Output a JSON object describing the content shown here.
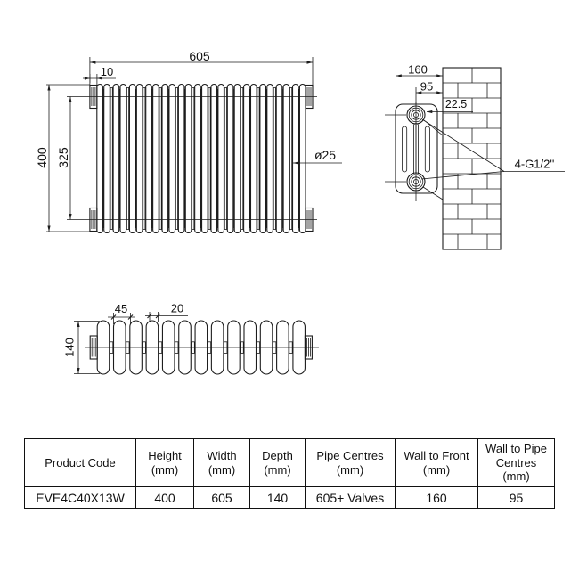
{
  "drawing": {
    "front_view": {
      "sections": 13,
      "dim_width": "605",
      "dim_tab": "10",
      "dim_height": "400",
      "dim_pipe_centres_vertical": "325",
      "dim_column_diameter": "ø25"
    },
    "side_view": {
      "dim_wall_to_front": "160",
      "dim_wall_to_pipe": "95",
      "dim_pipe_offset": "22.5",
      "tappings_label": "4-G1/2''"
    },
    "top_view": {
      "sections": 13,
      "dim_section_pitch": "45",
      "dim_gap": "20",
      "dim_depth": "140"
    }
  },
  "table": {
    "columns": [
      {
        "label": "Product Code",
        "unit": ""
      },
      {
        "label": "Height",
        "unit": "(mm)"
      },
      {
        "label": "Width",
        "unit": "(mm)"
      },
      {
        "label": "Depth",
        "unit": "(mm)"
      },
      {
        "label": "Pipe Centres",
        "unit": "(mm)"
      },
      {
        "label": "Wall to Front",
        "unit": "(mm)"
      },
      {
        "label": "Wall to Pipe Centres",
        "unit": "(mm)"
      }
    ],
    "rows": [
      [
        "EVE4C40X13W",
        "400",
        "605",
        "140",
        "605+ Valves",
        "160",
        "95"
      ]
    ]
  }
}
